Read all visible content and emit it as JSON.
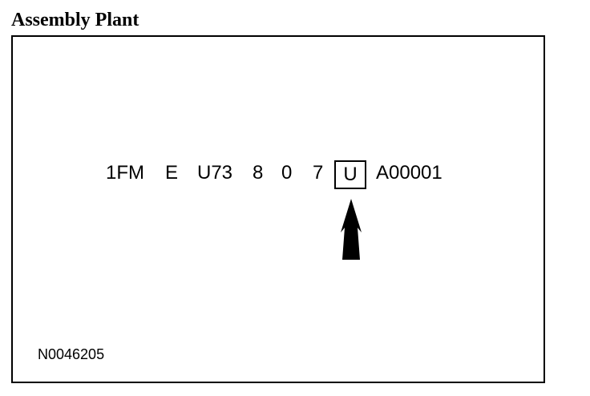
{
  "title": "Assembly Plant",
  "vin": {
    "segments": [
      "1FM",
      "E",
      "U73",
      "8",
      "0",
      "7",
      "U",
      "A00001"
    ],
    "highlighted_segment": "U"
  },
  "reference": "N0046205",
  "colors": {
    "foreground": "#000000",
    "background": "#ffffff"
  },
  "icons": {
    "pointer": "arrow-up-icon"
  }
}
